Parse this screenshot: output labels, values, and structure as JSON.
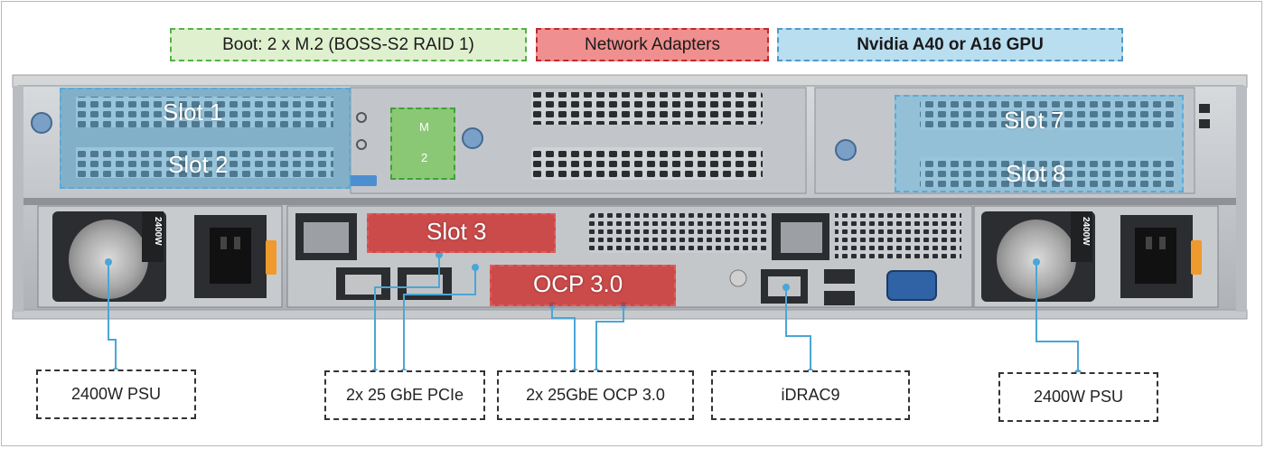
{
  "legend": {
    "boot": "Boot: 2 x M.2 (BOSS-S2 RAID 1)",
    "network": "Network Adapters",
    "gpu": "Nvidia A40 or A16 GPU"
  },
  "slots": {
    "slot1": "Slot 1",
    "slot2": "Slot 2",
    "slot3": "Slot 3",
    "slot7": "Slot 7",
    "slot8": "Slot 8",
    "ocp": "OCP 3.0"
  },
  "m2": {
    "top": "M",
    "bottom": "2"
  },
  "psu_rating": "2400W",
  "callouts": {
    "psu_left": "2400W PSU",
    "pcie": "2x 25 GbE PCIe",
    "ocp": "2x 25GbE OCP 3.0",
    "idrac": "iDRAC9",
    "psu_right": "2400W PSU"
  },
  "colors": {
    "boot_fill": "#dff0cf",
    "boot_border": "#56b04a",
    "network_fill": "#ef8f8f",
    "network_border": "#c0282c",
    "gpu_fill": "#b9def0",
    "gpu_border": "#4f98c8",
    "leader_line": "#4aa6d6"
  }
}
